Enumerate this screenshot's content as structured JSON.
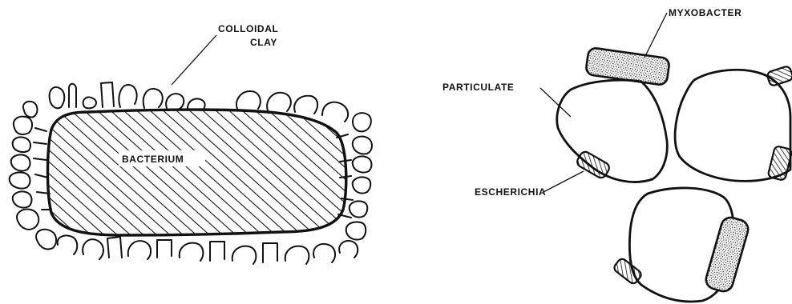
{
  "figure": {
    "left_panel": {
      "labels": {
        "colloidal_line1": "COLLOIDAL",
        "colloidal_line2": "CLAY",
        "bacterium": "BACTERIUM"
      }
    },
    "right_panel": {
      "labels": {
        "myxobacter": "MYXOBACTER",
        "particulate": "PARTICULATE",
        "escherichia": "ESCHERICHIA"
      }
    }
  }
}
